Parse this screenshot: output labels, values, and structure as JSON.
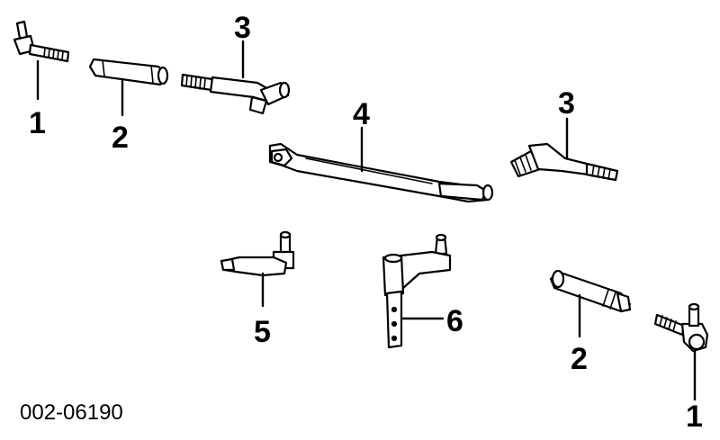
{
  "diagram": {
    "callouts": {
      "c1_top_left": "1",
      "c2_top_left": "2",
      "c3_top": "3",
      "c4": "4",
      "c3_right": "3",
      "c5": "5",
      "c6": "6",
      "c2_bottom_right": "2",
      "c1_bottom_right": "1"
    },
    "figure_code": "002-06190"
  }
}
